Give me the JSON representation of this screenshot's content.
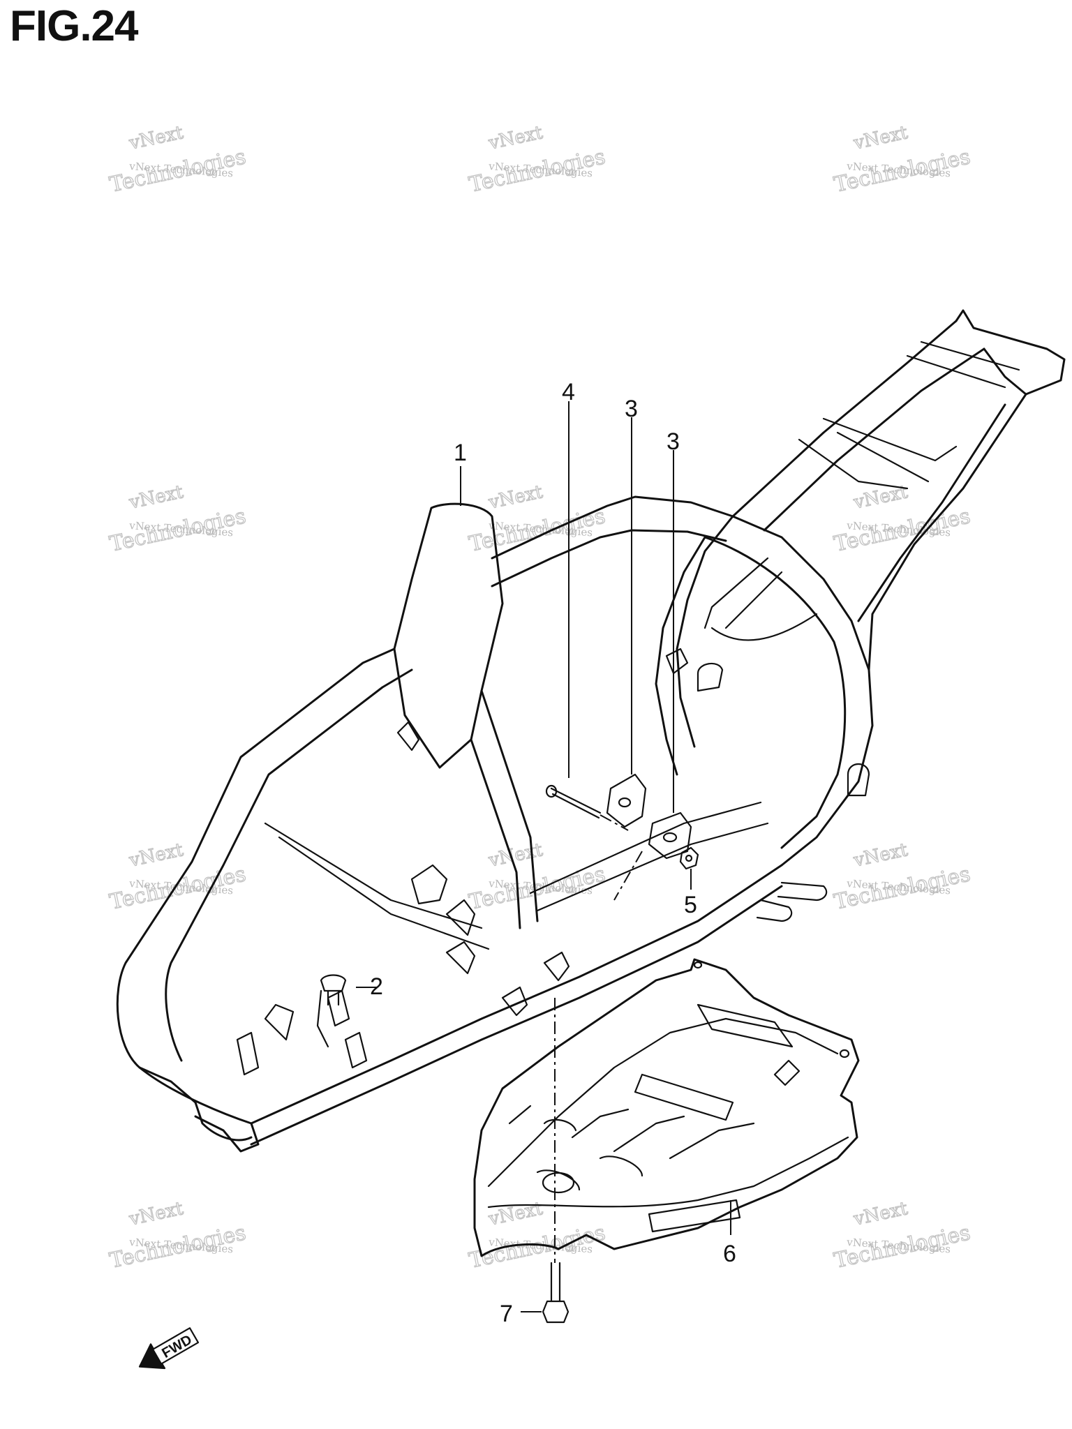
{
  "figure": {
    "title": "FIG.24"
  },
  "callouts": [
    {
      "id": "1",
      "text": "1"
    },
    {
      "id": "2",
      "text": "2"
    },
    {
      "id": "3a",
      "text": "3"
    },
    {
      "id": "3b",
      "text": "3"
    },
    {
      "id": "4",
      "text": "4"
    },
    {
      "id": "5",
      "text": "5"
    },
    {
      "id": "6",
      "text": "6"
    },
    {
      "id": "7",
      "text": "7"
    }
  ],
  "watermark": {
    "small": "vNext Technologies",
    "big_line1": "vNext",
    "big_line2": "Technologies"
  },
  "fwd_arrow": {
    "label": "FWD"
  }
}
